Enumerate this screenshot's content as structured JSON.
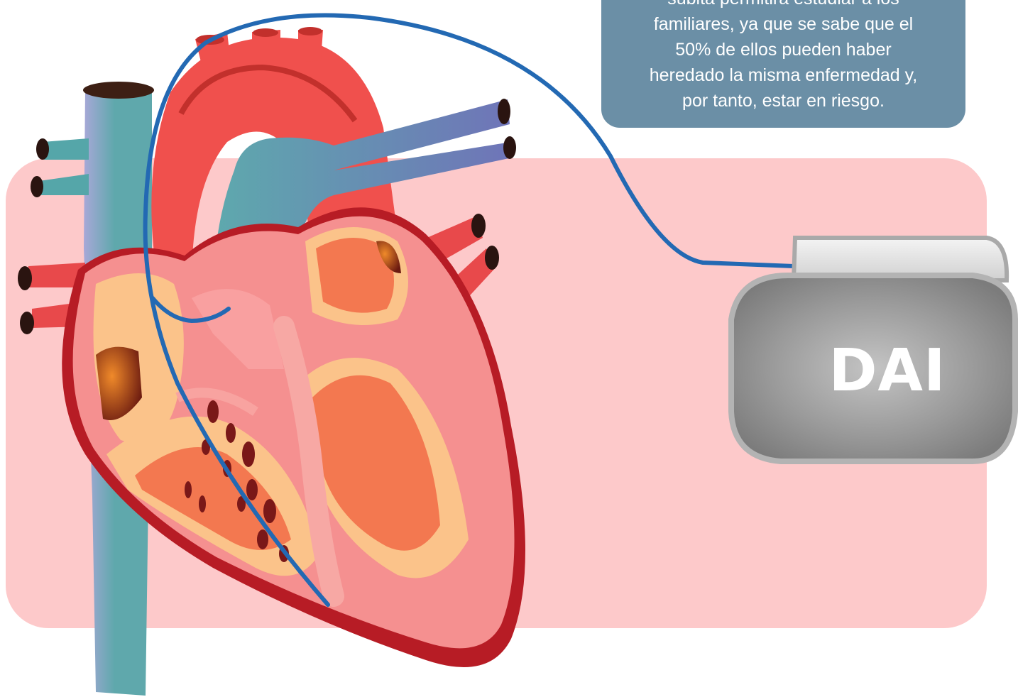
{
  "callout": {
    "lines": [
      "súbita permitirá estudiar a los",
      "familiares, ya que se sabe que el",
      "50% de ellos pueden haber",
      "heredado la misma enfermedad y,",
      "por tanto, estar en riesgo."
    ]
  },
  "device": {
    "label": "DAI"
  },
  "colors": {
    "panel": "#fdc9ca",
    "callout": "#6b8fa6",
    "lead_wire": "#2369b3",
    "device_body": "#8f8f8f",
    "aorta": "#f0504d",
    "vein": "#5fa8ac",
    "myocardium": "#f59090"
  }
}
